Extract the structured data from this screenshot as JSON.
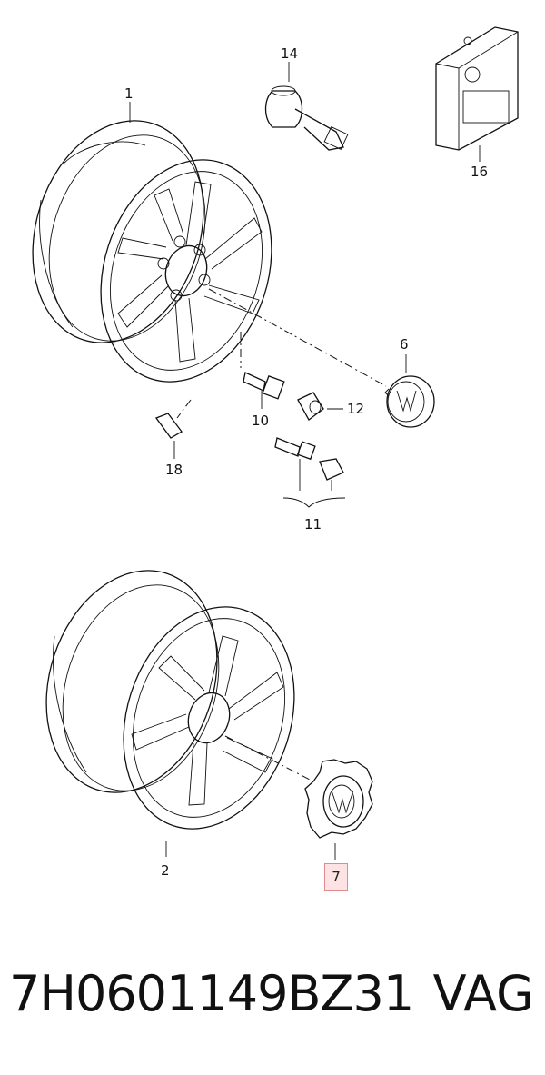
{
  "callouts": {
    "c1": "1",
    "c2": "2",
    "c6": "6",
    "c7": "7",
    "c10": "10",
    "c11": "11",
    "c12": "12",
    "c14": "14",
    "c16": "16",
    "c18": "18"
  },
  "highlight_color": "#fde3e4",
  "footer": {
    "part_number": "7H0601149BZ31",
    "brand": "VAG"
  }
}
